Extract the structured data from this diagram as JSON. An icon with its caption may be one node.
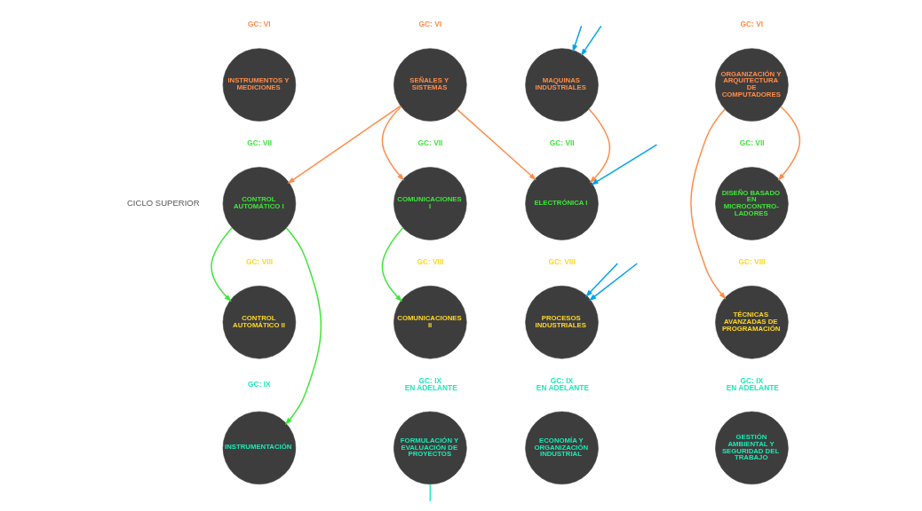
{
  "diagram": {
    "nodes": [
      {
        "text": [
          "INSTRUMENTOS Y MEDICIONES"
        ],
        "beside": [
          "GC: VI"
        ]
      },
      {
        "text": [
          "SEÑALES Y SISTEMAS"
        ],
        "beside": [
          "GC: VI"
        ]
      },
      {
        "text": [
          "MAQUINAS INDUSTRIALES"
        ]
      },
      {
        "text": [
          "ORGANIZACIÓN Y ARQUITECTURA DE COMPUTADORES"
        ],
        "beside": [
          "GC: VI"
        ]
      },
      {
        "text": [
          "CONTROL AUTOMÁTICO I"
        ],
        "beside": [
          "GC: VII"
        ]
      },
      {
        "text": [
          "COMUNICACIONES I"
        ],
        "beside": [
          "GC: VII"
        ]
      },
      {
        "text": [
          "ELECTRÓNICA I"
        ],
        "beside": [
          "GC: VII"
        ]
      },
      {
        "text": [
          "DISEÑO BASADO EN MICROCONTRO- LADORES"
        ],
        "beside": [
          "GC: VII"
        ]
      },
      {
        "text": [
          "CONTROL AUTOMÁTICO II"
        ],
        "beside": [
          "GC: VIII"
        ]
      },
      {
        "text": [
          "COMUNICACIONES II"
        ],
        "beside": [
          "GC: VIII"
        ]
      },
      {
        "text": [
          "PROCESOS INDUSTRIALES"
        ],
        "beside": [
          "GC: VIII"
        ]
      },
      {
        "text": [
          "TÉCNICAS AVANZADAS DE PROGRAMACIÓN"
        ],
        "beside": [
          "GC: VIII"
        ]
      },
      {
        "text": [
          "INSTRUMENTACIÓN"
        ],
        "beside": [
          "GC: IX"
        ]
      },
      {
        "text": [
          "FORMULACIÓN Y EVALUACIÓN DE PROYECTOS"
        ],
        "beside": [
          "GC: IX",
          "EN ADELANTE"
        ]
      },
      {
        "text": [
          "ECONOMÍA Y ORGANIZACIÓN INDUSTRIAL"
        ],
        "beside": [
          "GC: IX",
          "EN ADELANTE"
        ]
      },
      {
        "text": [
          "GESTIÓN AMBIENTAL Y SEGURIDAD DEL TRABAJO"
        ],
        "beside": [
          "GC: IX",
          "EN ADELANTE"
        ]
      }
    ],
    "edges": [
      {
        "from": null,
        "to": 2,
        "arrow": "to",
        "color": "#00a3e8"
      },
      {
        "from": null,
        "to": 2,
        "arrow": "to",
        "color": "#00a3e8"
      },
      {
        "from": 1,
        "to": 4,
        "arrow": "to"
      },
      {
        "from": 1,
        "to": 5,
        "arrow": "to"
      },
      {
        "from": 1,
        "to": 6,
        "arrow": "to"
      },
      {
        "from": 2,
        "to": 6,
        "arrow": "to"
      },
      {
        "from": null,
        "to": 6,
        "arrow": "to",
        "color": "#00a3e8"
      },
      {
        "from": 3,
        "to": 7,
        "arrow": "to"
      },
      {
        "from": 3,
        "to": 11,
        "arrow": "to"
      },
      {
        "from": 4,
        "to": 8,
        "arrow": "to",
        "color": "#3ee63a"
      },
      {
        "from": 4,
        "to": 12,
        "arrow": "to",
        "color": "#3ee63a"
      },
      {
        "from": 5,
        "to": 9,
        "arrow": "to",
        "color": "#3ee63a"
      },
      {
        "from": null,
        "to": 10,
        "arrow": "to",
        "color": "#00a3e8"
      },
      {
        "from": null,
        "to": 10,
        "arrow": "to",
        "color": "#00a3e8"
      },
      {
        "from": 13,
        "to": null,
        "arrow": "none",
        "color": "#1de9b6"
      }
    ],
    "labels": [
      "CICLO SUPERIOR"
    ]
  }
}
